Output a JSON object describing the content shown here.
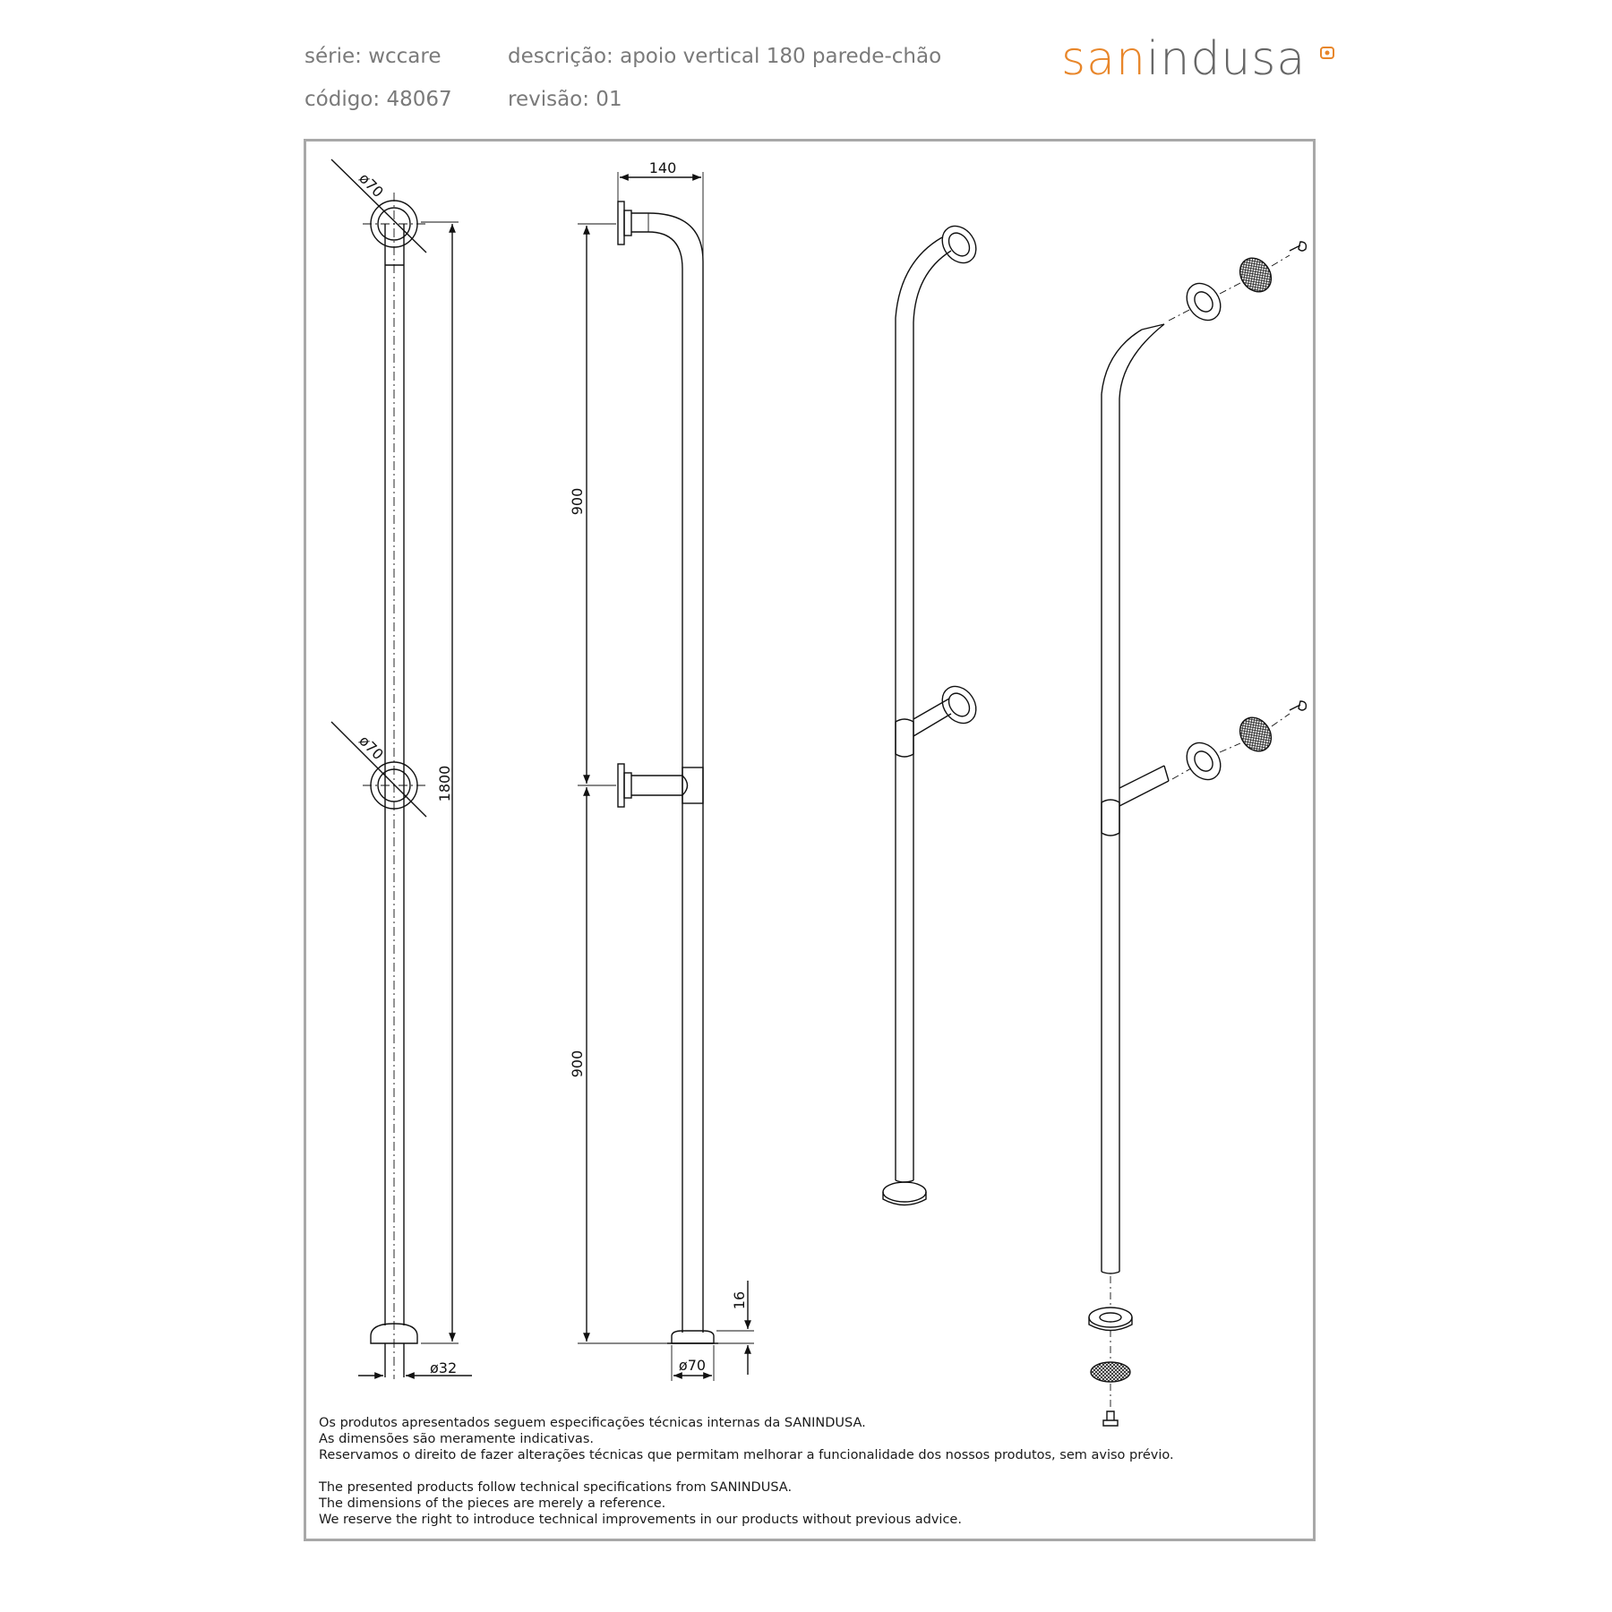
{
  "header": {
    "serie": "série: wccare",
    "descricao": "descrição: apoio vertical 180 parede-chão",
    "codigo": "código: 48067",
    "revisao": "revisão: 01"
  },
  "logo": {
    "part1": "san",
    "part2": "indusa",
    "icon": "registered-circle-icon"
  },
  "dimensions": {
    "diam_top": "ø70",
    "diam_mid": "ø70",
    "total_height": "1800",
    "tube_diam": "ø32",
    "width_140": "140",
    "upper_900": "900",
    "lower_900": "900",
    "base_16": "16",
    "base_diam": "ø70"
  },
  "notes": {
    "pt": [
      "Os produtos apresentados seguem especificações técnicas internas da SANINDUSA.",
      "As dimensões são meramente indicativas.",
      "Reservamos o direito de fazer alterações técnicas que permitam melhorar a funcionalidade dos nossos produtos, sem aviso prévio."
    ],
    "en": [
      "The presented products follow technical specifications from SANINDUSA.",
      "The dimensions of the pieces are merely a reference.",
      "We reserve the right to introduce technical improvements in our products without previous advice."
    ]
  },
  "colors": {
    "brand_orange": "#e8862a",
    "brand_gray": "#666666",
    "frame": "#a8a8a8"
  }
}
